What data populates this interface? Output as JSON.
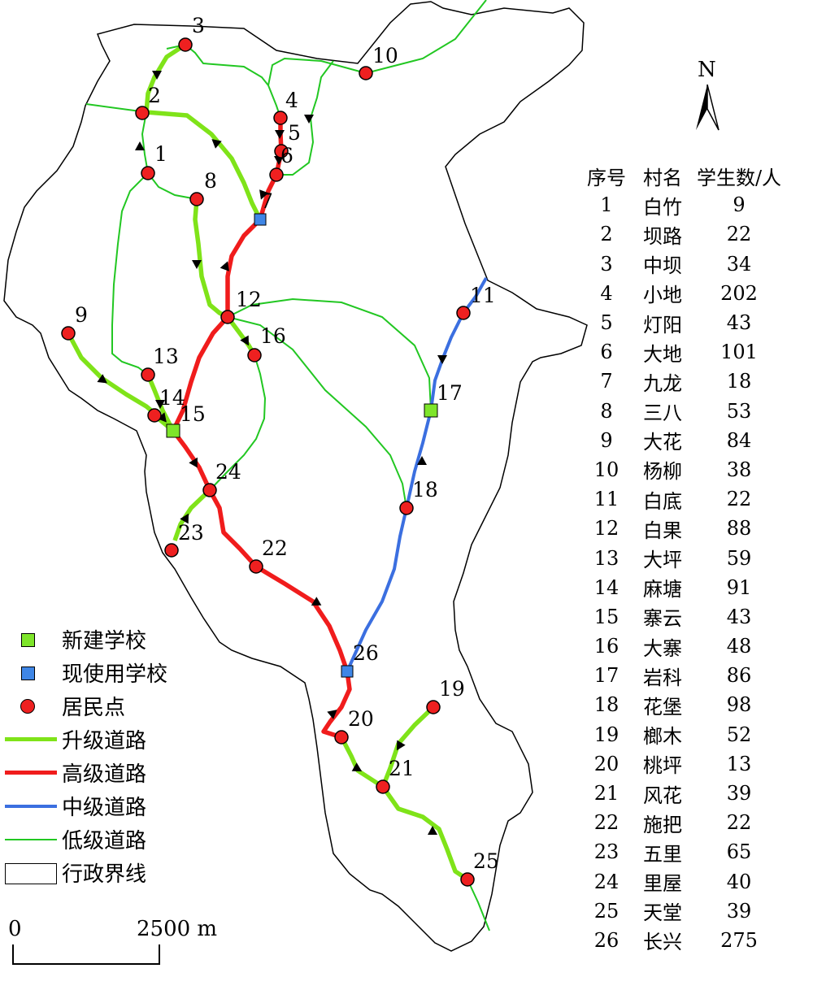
{
  "legend": {
    "new_school": "新建学校",
    "current_school": "现使用学校",
    "settlement": "居民点",
    "upgrade_road": "升级道路",
    "high_road": "高级道路",
    "mid_road": "中级道路",
    "low_road": "低级道路",
    "boundary": "行政界线"
  },
  "colors": {
    "upgrade": "#7fe319",
    "high": "#f01c1c",
    "mid": "#3b6fe0",
    "low": "#22c722",
    "new_school": "#7ee52a",
    "current_school": "#3f86e6",
    "settlement": "#ee2020"
  },
  "north_label": "N",
  "scale": {
    "start": "0",
    "end": "2500 m"
  },
  "table": {
    "headers": [
      "序号",
      "村名",
      "学生数/人"
    ],
    "rows": [
      [
        "1",
        "白竹",
        "9"
      ],
      [
        "2",
        "坝路",
        "22"
      ],
      [
        "3",
        "中坝",
        "34"
      ],
      [
        "4",
        "小地",
        "202"
      ],
      [
        "5",
        "灯阳",
        "43"
      ],
      [
        "6",
        "大地",
        "101"
      ],
      [
        "7",
        "九龙",
        "18"
      ],
      [
        "8",
        "三八",
        "53"
      ],
      [
        "9",
        "大花",
        "84"
      ],
      [
        "10",
        "杨柳",
        "38"
      ],
      [
        "11",
        "白底",
        "22"
      ],
      [
        "12",
        "白果",
        "88"
      ],
      [
        "13",
        "大坪",
        "59"
      ],
      [
        "14",
        "麻塘",
        "91"
      ],
      [
        "15",
        "寨云",
        "43"
      ],
      [
        "16",
        "大寨",
        "48"
      ],
      [
        "17",
        "岩科",
        "86"
      ],
      [
        "18",
        "花堡",
        "98"
      ],
      [
        "19",
        "榔木",
        "52"
      ],
      [
        "20",
        "桃坪",
        "13"
      ],
      [
        "21",
        "风花",
        "39"
      ],
      [
        "22",
        "施把",
        "22"
      ],
      [
        "23",
        "五里",
        "65"
      ],
      [
        "24",
        "里屋",
        "40"
      ],
      [
        "25",
        "天堂",
        "39"
      ],
      [
        "26",
        "长兴",
        "275"
      ]
    ]
  },
  "map_labels": [
    "1",
    "2",
    "3",
    "4",
    "5",
    "6",
    "7",
    "8",
    "9",
    "10",
    "11",
    "12",
    "13",
    "14",
    "15",
    "16",
    "17",
    "18",
    "19",
    "20",
    "21",
    "22",
    "23",
    "24",
    "25",
    "26"
  ]
}
